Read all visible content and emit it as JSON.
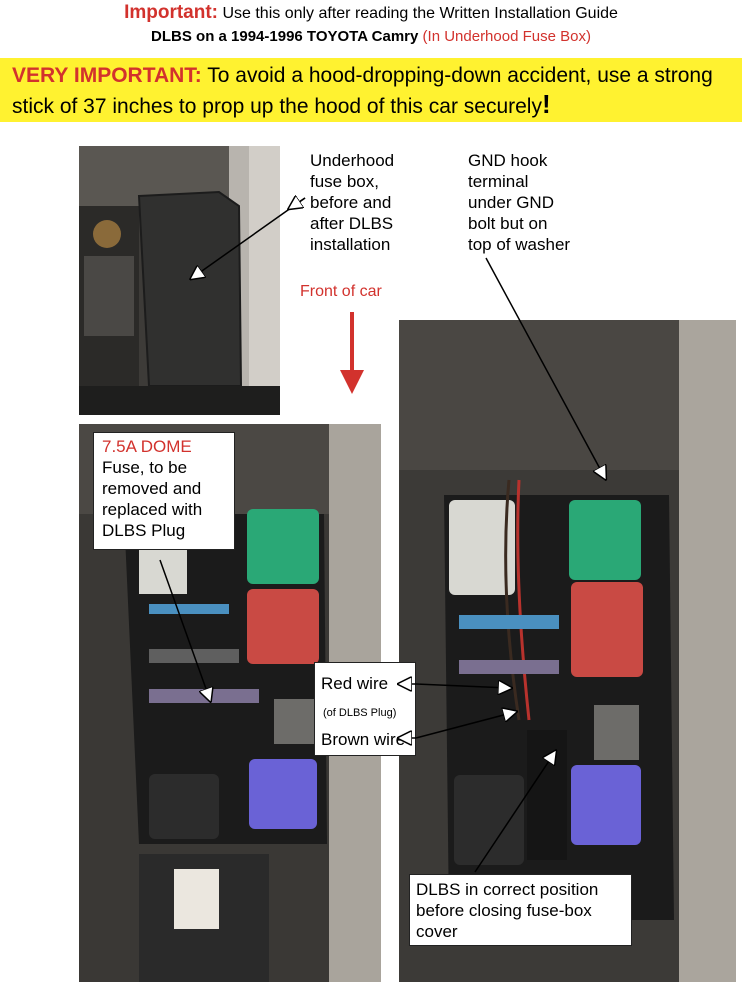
{
  "header": {
    "important_label": "Important:",
    "important_text": "Use this only after reading the Written Installation Guide",
    "subtitle_main": "DLBS on a 1994-1996 TOYOTA Camry",
    "subtitle_note": "(In Underhood Fuse Box)"
  },
  "warning": {
    "label": "VERY IMPORTANT:",
    "text": "To avoid a hood-dropping-down accident, use a strong stick of 37 inches to prop up the hood of this car securely",
    "bang": "!"
  },
  "notes": {
    "fuse_box": [
      "Underhood",
      "fuse box,",
      "before and",
      "after DLBS",
      "installation"
    ],
    "gnd": [
      "GND hook",
      "terminal",
      "under GND",
      "bolt but on",
      "top of washer"
    ],
    "front": "Front of car",
    "dome_title": "7.5A DOME",
    "dome_lines": [
      "Fuse, to be",
      "removed and",
      "replaced with",
      "DLBS Plug"
    ],
    "red_wire": "Red wire",
    "of_plug": "(of DLBS Plug)",
    "brown_wire": "Brown wire",
    "dlbs_lines": [
      "DLBS in correct position",
      "before closing fuse-box",
      "cover"
    ]
  },
  "colors": {
    "accent_red": "#d2322d",
    "banner_yellow": "#fff230",
    "relay_green": "#2aa876",
    "relay_red": "#c94a44",
    "relay_blue": "#6a62d6"
  }
}
